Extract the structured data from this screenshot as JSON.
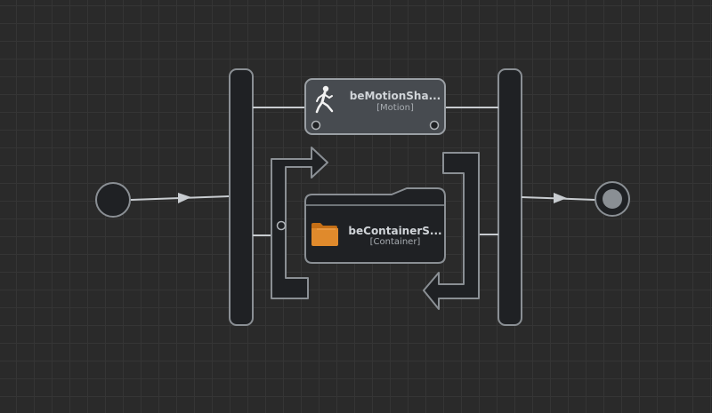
{
  "canvas": {
    "background": "#2a2a2a",
    "grid_color": "#353535",
    "line_color": "#c8ccd0",
    "stroke_color": "#8a8f94",
    "node_fill": "#1f2124"
  },
  "nodes": {
    "motion": {
      "title": "beMotionSha...",
      "type_label": "[Motion]",
      "icon": "walking-figure-icon"
    },
    "container": {
      "title": "beContainerS...",
      "type_label": "[Container]",
      "icon": "folder-icon",
      "icon_color": "#e08a2c"
    }
  },
  "entry": {
    "icon": "entry-state-icon"
  },
  "exit": {
    "icon": "exit-state-icon"
  }
}
